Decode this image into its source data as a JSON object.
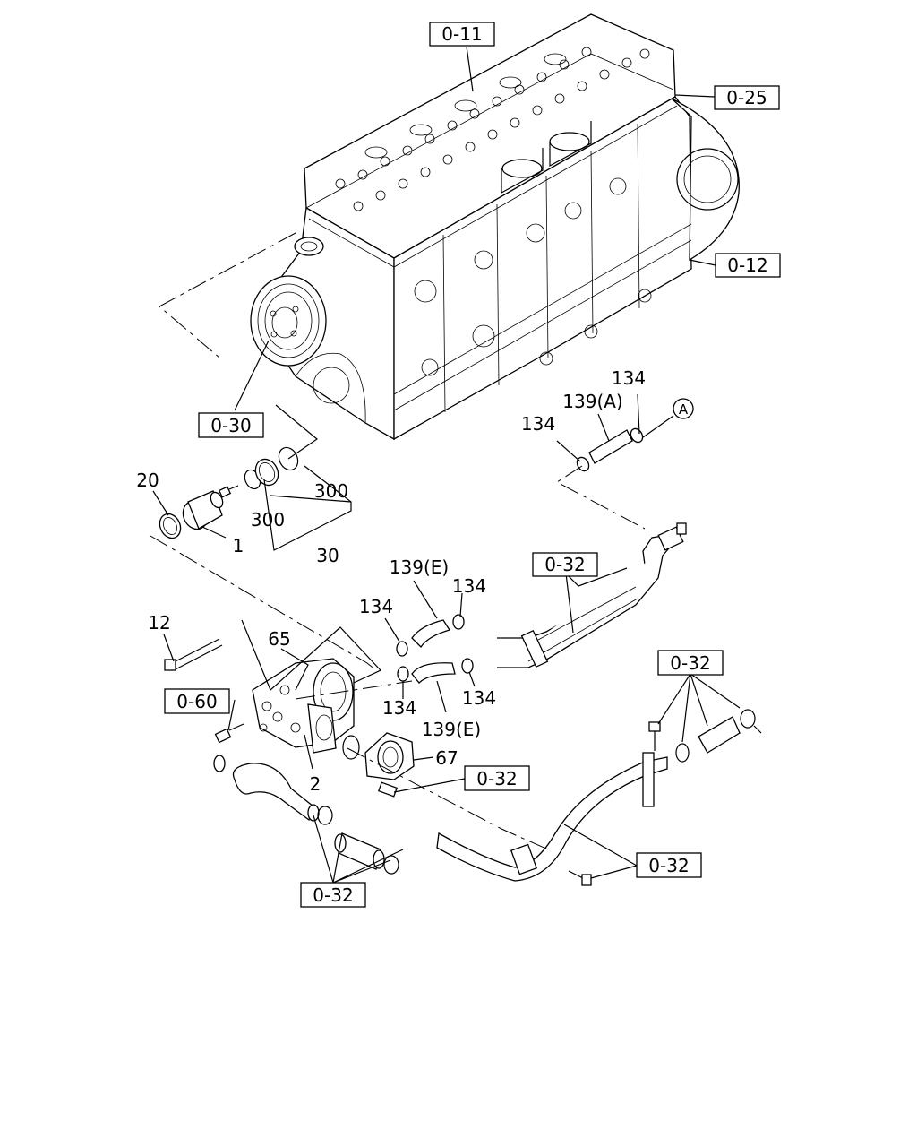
{
  "diagram": {
    "references": {
      "r_0_11": "0-11",
      "r_0_25": "0-25",
      "r_0_12": "0-12",
      "r_0_30": "0-30",
      "r_0_32_a": "0-32",
      "r_0_60": "0-60",
      "r_0_32_b": "0-32",
      "r_0_32_c": "0-32",
      "r_0_32_d": "0-32",
      "r_0_32_e": "0-32"
    },
    "callouts": {
      "c_134_top": "134",
      "c_139A": "139(A)",
      "c_134_left": "134",
      "c_A": "A",
      "c_20": "20",
      "c_1": "1",
      "c_300_right": "300",
      "c_300_left": "300",
      "c_30": "30",
      "c_139E_top": "139(E)",
      "c_134_mid_r": "134",
      "c_134_mid_l": "134",
      "c_12": "12",
      "c_65": "65",
      "c_134_low_l": "134",
      "c_134_low_r": "134",
      "c_139E_low": "139(E)",
      "c_67": "67",
      "c_2": "2"
    }
  }
}
